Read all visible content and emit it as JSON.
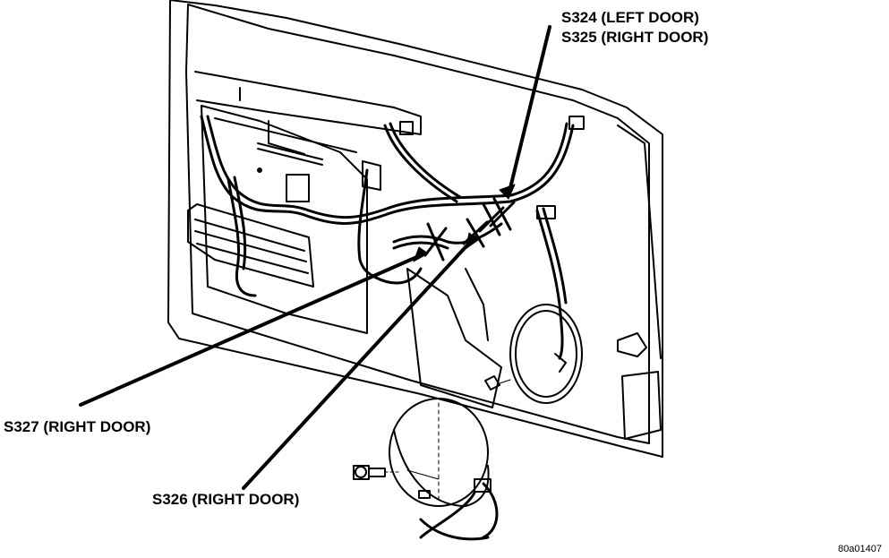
{
  "labels": {
    "s324": "S324 (LEFT DOOR)",
    "s325": "S325 (RIGHT DOOR)",
    "s327": "S327 (RIGHT DOOR)",
    "s326": "S326 (RIGHT DOOR)"
  },
  "figure_id": "80a01407",
  "colors": {
    "line": "#000000",
    "background": "#ffffff"
  }
}
